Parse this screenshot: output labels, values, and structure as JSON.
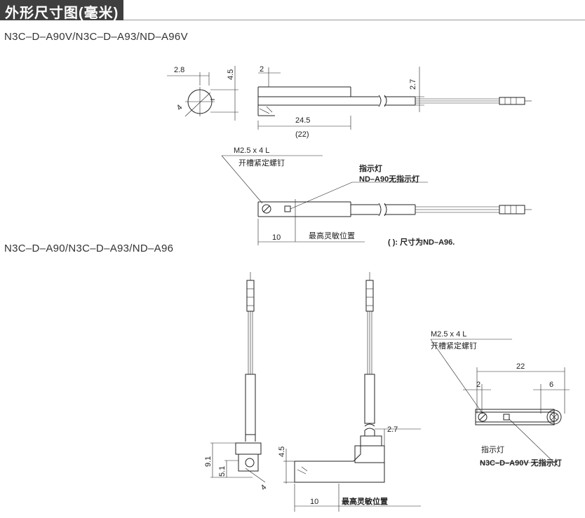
{
  "header": {
    "title": "外形尺寸图(毫米)"
  },
  "sections": {
    "vertical_models": "N3C–D–A90V/N3C–D–A93/ND–A96V",
    "standard_models": "N3C–D–A90/N3C–D–A93/ND–A96"
  },
  "dims": {
    "d2_8": "2.8",
    "d4_5a": "4.5",
    "d2a": "2",
    "d2_7a": "2.7",
    "d4a": "4",
    "d24_5": "24.5",
    "d22p": "(22)",
    "d10a": "10",
    "d9_1": "9.1",
    "d5_1": "5.1",
    "d4_5b": "4.5",
    "d4b": "4",
    "d2_7b": "2.7",
    "d10b": "10",
    "d22": "22",
    "d2b": "2",
    "d6": "6"
  },
  "labels": {
    "screw_spec_a": "M2.5 x 4 L",
    "screw_name_a": "开槽紧定螺钉",
    "indicator_a": "指示灯",
    "no_indicator_a": "ND–A90无指示灯",
    "sensitive_a": "最高灵敏位置",
    "note": "( ): 尺寸为ND–A96.",
    "screw_spec_b": "M2.5 x 4 L",
    "screw_name_b": "开槽紧定螺钉",
    "indicator_b": "指示灯",
    "no_indicator_b": "N3C–D–A90V 无指示灯",
    "sensitive_b": "最高灵敏位置"
  }
}
